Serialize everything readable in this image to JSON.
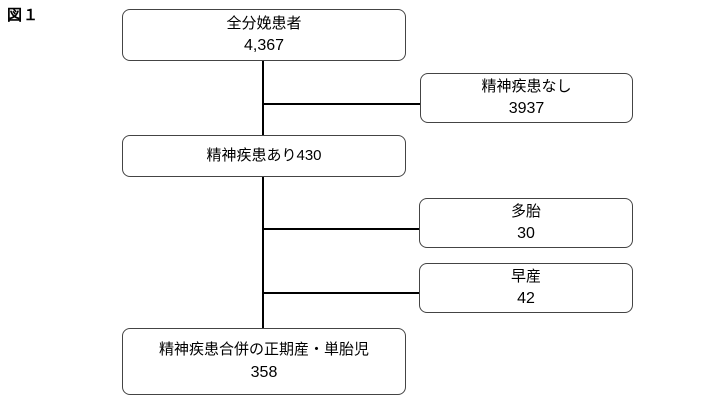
{
  "figure": {
    "label": "図１"
  },
  "flowchart": {
    "boxes": {
      "total": {
        "line1": "全分娩患者",
        "line2": "4,367"
      },
      "nomental": {
        "line1": "精神疾患なし",
        "line2": "3937"
      },
      "mental": {
        "line1": "精神疾患あり430"
      },
      "multiple": {
        "line1": "多胎",
        "line2": "30"
      },
      "preterm": {
        "line1": "早産",
        "line2": "42"
      },
      "final": {
        "line1": "精神疾患合併の正期産・単胎児",
        "line2": "358"
      }
    },
    "colors": {
      "background": "#ffffff",
      "box_border": "#444444",
      "connector": "#000000",
      "text": "#000000"
    }
  }
}
